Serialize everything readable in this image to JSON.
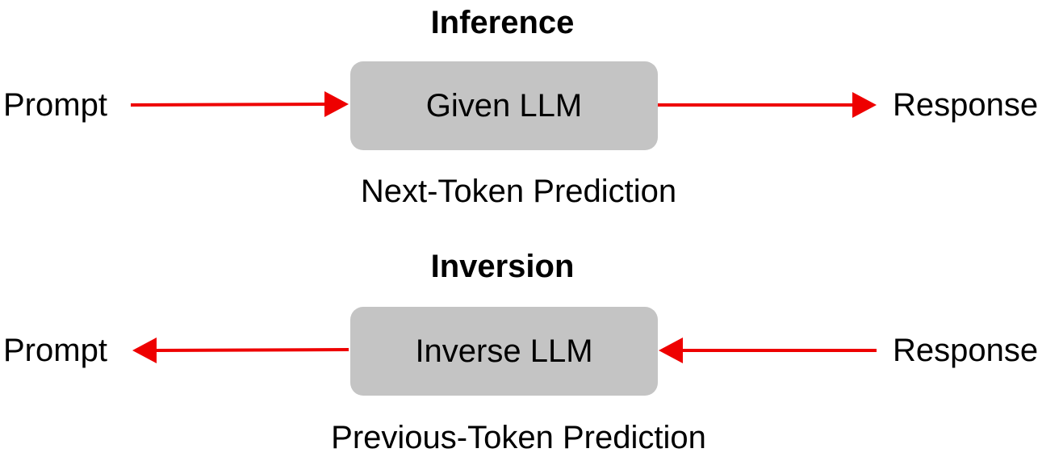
{
  "inference": {
    "title": "Inference",
    "input_label": "Prompt",
    "model_label": "Given LLM",
    "output_label": "Response",
    "caption": "Next-Token Prediction"
  },
  "inversion": {
    "title": "Inversion",
    "output_label": "Prompt",
    "model_label": "Inverse LLM",
    "input_label": "Response",
    "caption": "Previous-Token Prediction"
  },
  "colors": {
    "arrow": "#ee0000",
    "box_fill": "#c4c4c4",
    "text": "#000000"
  }
}
